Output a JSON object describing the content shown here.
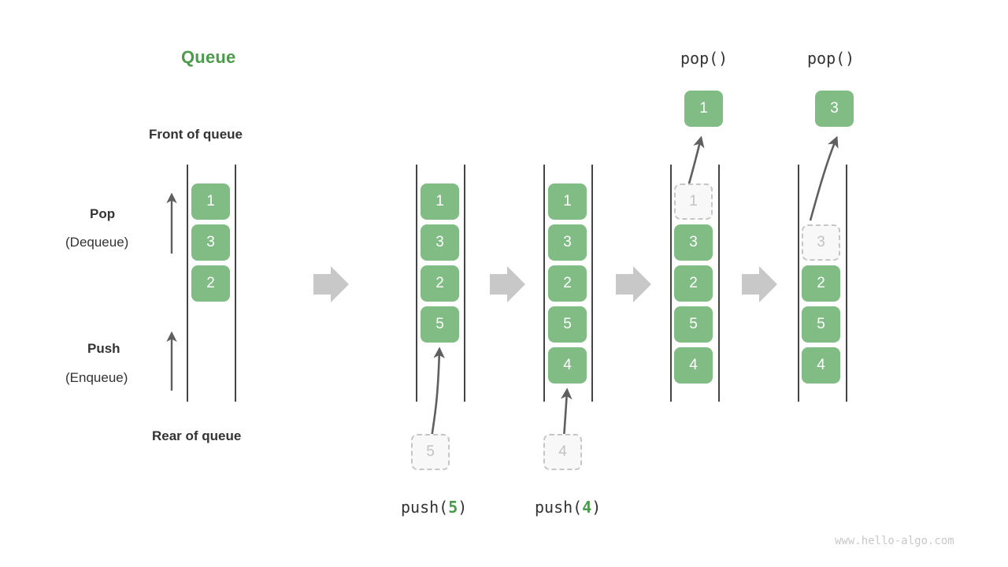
{
  "page": {
    "title": "Queue",
    "title_color": "#4c9b4c",
    "box_color": "#82bc85",
    "ghost_color": "#c2c2c2",
    "arrow_color": "#c8c8c8",
    "watermark": "www.hello-algo.com"
  },
  "labels": {
    "front_of_queue": "Front of queue",
    "rear_of_queue": "Rear of queue",
    "pop": "Pop",
    "pop_alt": "(Dequeue)",
    "push": "Push",
    "push_alt": "(Enqueue)"
  },
  "operations": {
    "push5": {
      "name": "push",
      "arg": "5",
      "open": "(",
      "close": ")"
    },
    "push4": {
      "name": "push",
      "arg": "4",
      "open": "(",
      "close": ")"
    },
    "pop1": {
      "text": "pop()"
    },
    "pop2": {
      "text": "pop()"
    }
  },
  "chart_data": {
    "type": "diagram",
    "title": "Queue",
    "stages": [
      {
        "id": "initial",
        "label": "",
        "items": [
          "1",
          "3",
          "2"
        ],
        "ghost": null,
        "popped": null
      },
      {
        "id": "push-5",
        "label": "push(5)",
        "items": [
          "1",
          "3",
          "2",
          "5"
        ],
        "ghost": {
          "value": "5",
          "position": "below-rear"
        },
        "popped": null
      },
      {
        "id": "push-4",
        "label": "push(4)",
        "items": [
          "1",
          "3",
          "2",
          "5",
          "4"
        ],
        "ghost": {
          "value": "4",
          "position": "below-rear"
        },
        "popped": null
      },
      {
        "id": "pop-1",
        "label": "pop()",
        "items": [
          "3",
          "2",
          "5",
          "4"
        ],
        "ghost": {
          "value": "1",
          "position": "front-slot"
        },
        "popped": "1"
      },
      {
        "id": "pop-3",
        "label": "pop()",
        "items": [
          "2",
          "5",
          "4"
        ],
        "ghost": {
          "value": "3",
          "position": "second-slot"
        },
        "popped": "3"
      }
    ]
  },
  "stage1": {
    "b0": "1",
    "b1": "3",
    "b2": "2"
  },
  "stage2": {
    "b0": "1",
    "b1": "3",
    "b2": "2",
    "b3": "5",
    "ghost": "5"
  },
  "stage3": {
    "b0": "1",
    "b1": "3",
    "b2": "2",
    "b3": "5",
    "b4": "4",
    "ghost": "4"
  },
  "stage4": {
    "ghost": "1",
    "b1": "3",
    "b2": "2",
    "b3": "5",
    "b4": "4",
    "popped": "1"
  },
  "stage5": {
    "ghost": "3",
    "b2": "2",
    "b3": "5",
    "b4": "4",
    "popped": "3"
  }
}
